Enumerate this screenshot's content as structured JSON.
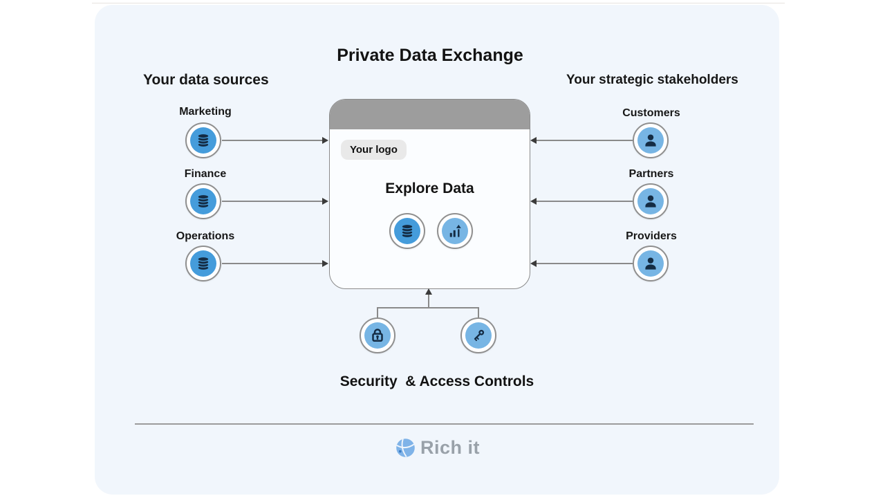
{
  "title": "Private Data Exchange",
  "sources": {
    "heading": "Your data sources",
    "nodes": [
      {
        "label": "Marketing",
        "icon": "database-icon"
      },
      {
        "label": "Finance",
        "icon": "database-icon"
      },
      {
        "label": "Operations",
        "icon": "database-icon"
      }
    ]
  },
  "stakeholders": {
    "heading": "Your strategic stakeholders",
    "nodes": [
      {
        "label": "Customers",
        "icon": "person-icon"
      },
      {
        "label": "Partners",
        "icon": "person-icon"
      },
      {
        "label": "Providers",
        "icon": "person-icon"
      }
    ]
  },
  "card": {
    "logo_badge": "Your logo",
    "heading": "Explore Data",
    "icons": [
      "database-icon",
      "bar-chart-icon"
    ]
  },
  "security": {
    "label": "Security  & Access Controls",
    "icons": [
      "lock-icon",
      "key-icon"
    ]
  },
  "footer": {
    "brand": "Rich it",
    "logo_icon": "sphere-logo-icon"
  },
  "colors": {
    "panel_bg": "#f1f6fc",
    "icon_blue": "#459cdb",
    "icon_blue_light": "#77b5e4",
    "glyph_navy": "#142c44",
    "card_header": "#9d9d9d",
    "badge_bg": "#e9e9e9",
    "connector_line": "#8a8a8a",
    "arrowhead": "#3b3b3b",
    "brand_blue": "#7fb3e8",
    "brand_text": "#99a1a9"
  }
}
